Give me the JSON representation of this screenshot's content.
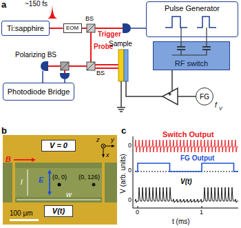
{
  "diagram": {
    "nodes": [
      {
        "text": [
          "Ti:sapphire"
        ]
      },
      {
        "text": [
          "EOM"
        ]
      },
      {
        "text": [
          "Pulse Generator"
        ]
      },
      {
        "text": [
          "RF switch"
        ]
      },
      {
        "text": [
          "Photodiode Bridge"
        ]
      },
      {
        "text": [
          "FG"
        ]
      },
      {
        "text": [
          "V = 0"
        ]
      },
      {
        "text": [
          "V(t)"
        ]
      }
    ],
    "edges": [
      {
        "from": 0,
        "to": 1,
        "arrow": "none"
      },
      {
        "from": 2,
        "to": 3,
        "arrow": "none"
      }
    ],
    "labels": [
      "a",
      "~150 fs",
      "BS",
      "Trigger",
      "Probe",
      "BS",
      "Sample",
      "Polarizing BS",
      "+",
      "f",
      "V",
      "b",
      "B",
      "l",
      "E",
      "(0, 0)",
      "(0, 126)",
      "w",
      "100 μm",
      "z",
      "x",
      "y",
      "c",
      "Switch Output",
      "FG Output",
      "V(t)",
      "V (arb. units)",
      "0",
      "0",
      "0",
      "0",
      "1",
      "t (ms)"
    ]
  }
}
